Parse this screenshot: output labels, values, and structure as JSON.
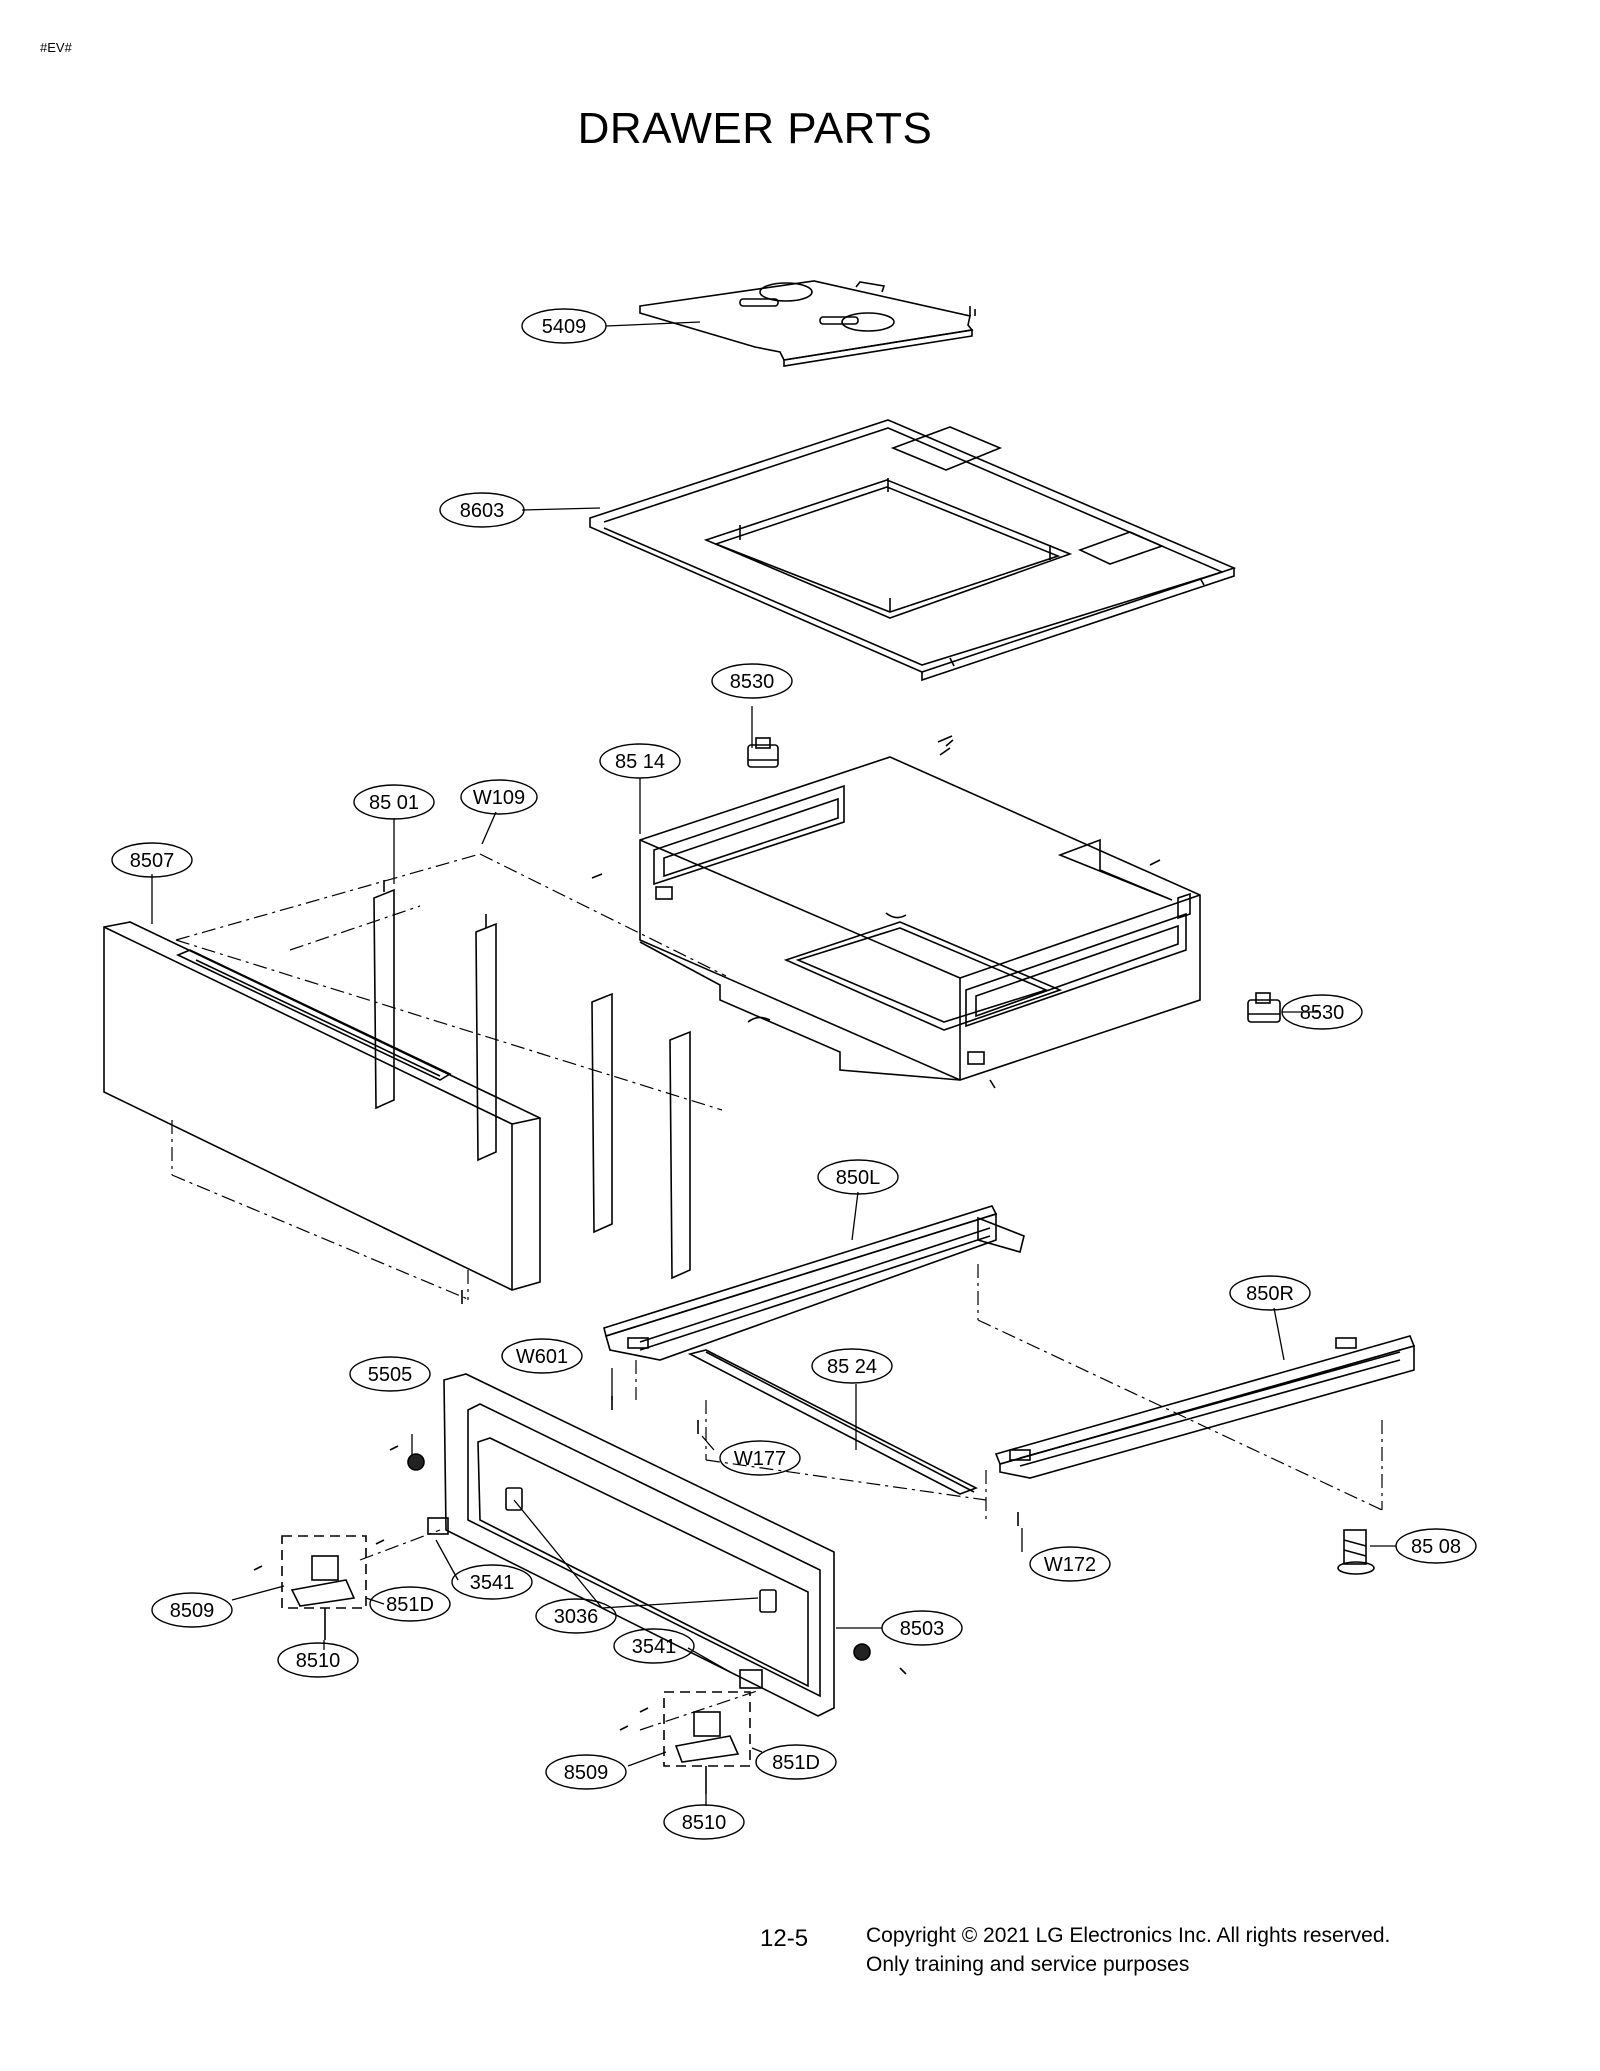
{
  "header": {
    "tag": "#EV#",
    "title": "DRAWER PARTS"
  },
  "parts": [
    {
      "id": "part-5409",
      "label": "5409"
    },
    {
      "id": "part-8603",
      "label": "8603"
    },
    {
      "id": "part-8530-top",
      "label": "8530"
    },
    {
      "id": "part-8514",
      "label": "85 14"
    },
    {
      "id": "part-8501",
      "label": "85 01"
    },
    {
      "id": "part-w109",
      "label": "W109"
    },
    {
      "id": "part-8507",
      "label": "8507"
    },
    {
      "id": "part-8530-right",
      "label": "8530"
    },
    {
      "id": "part-850l",
      "label": "850L"
    },
    {
      "id": "part-850r",
      "label": "850R"
    },
    {
      "id": "part-w601",
      "label": "W601"
    },
    {
      "id": "part-5505",
      "label": "5505"
    },
    {
      "id": "part-8524",
      "label": "85 24"
    },
    {
      "id": "part-w177",
      "label": "W177"
    },
    {
      "id": "part-w172",
      "label": "W172"
    },
    {
      "id": "part-8508",
      "label": "85 08"
    },
    {
      "id": "part-3541-a",
      "label": "3541"
    },
    {
      "id": "part-8509-a",
      "label": "8509"
    },
    {
      "id": "part-851d-a",
      "label": "851D"
    },
    {
      "id": "part-8510-a",
      "label": "8510"
    },
    {
      "id": "part-3036",
      "label": "3036"
    },
    {
      "id": "part-8503",
      "label": "8503"
    },
    {
      "id": "part-3541-b",
      "label": "3541"
    },
    {
      "id": "part-8509-b",
      "label": "8509"
    },
    {
      "id": "part-851d-b",
      "label": "851D"
    },
    {
      "id": "part-8510-b",
      "label": "8510"
    }
  ],
  "footer": {
    "page_number": "12-5",
    "copyright": "Copyright © 2021 LG Electronics Inc. All rights reserved.",
    "notice": "Only training and service purposes"
  }
}
